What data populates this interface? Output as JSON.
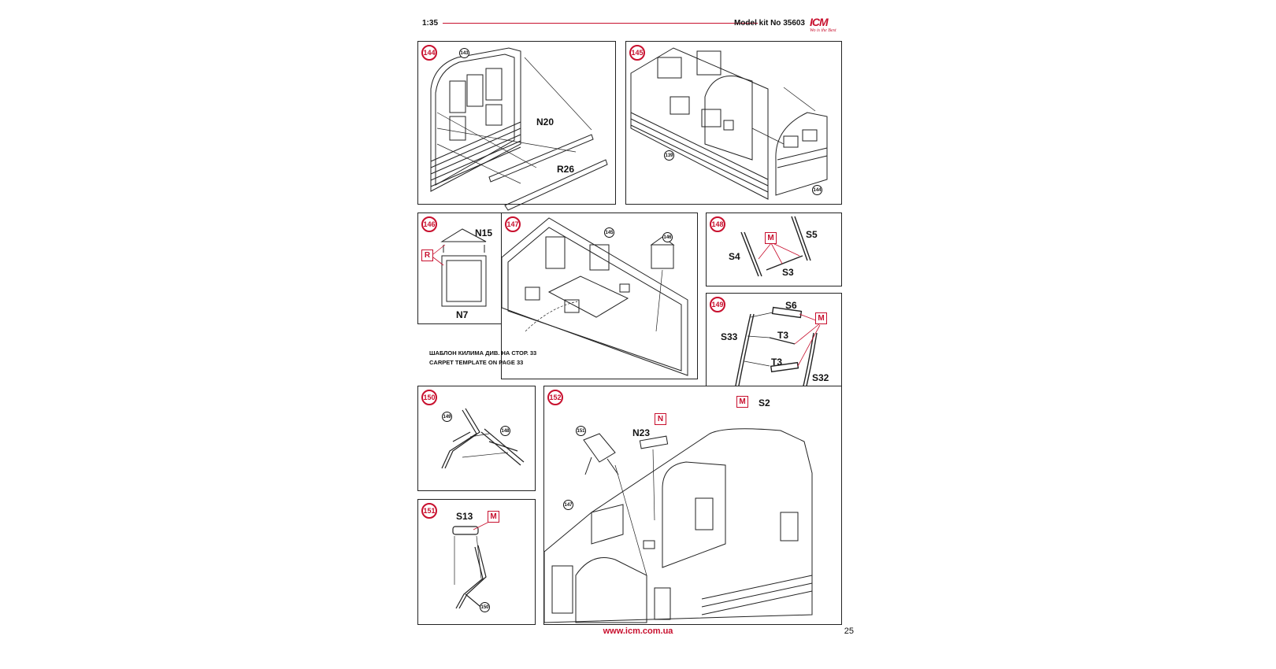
{
  "header": {
    "scale": "1:35",
    "kit": "Model kit No 35603",
    "logo_text": "ICM",
    "logo_slogan": "Wo is the Best"
  },
  "steps": {
    "s144": {
      "num": "144",
      "ref_prev": "143",
      "parts": [
        "N20",
        "R26"
      ]
    },
    "s145": {
      "num": "145",
      "ref_a": "139",
      "ref_b": "144"
    },
    "s146": {
      "num": "146",
      "parts": [
        "N15",
        "N7"
      ],
      "paint": "R"
    },
    "s147": {
      "num": "147",
      "ref_a": "145",
      "ref_b": "146",
      "note_ua": "ШАБЛОН КИЛИМА ДИВ. НА СТОР. 33",
      "note_en": "CARPET TEMPLATE ON PAGE 33"
    },
    "s148": {
      "num": "148",
      "parts": [
        "S5",
        "S4",
        "S3"
      ],
      "paint": "M"
    },
    "s149": {
      "num": "149",
      "parts": [
        "S6",
        "S33",
        "T3",
        "T3",
        "S32",
        "S2"
      ],
      "paint": "M"
    },
    "s150": {
      "num": "150",
      "ref_a": "149",
      "ref_b": "148"
    },
    "s151": {
      "num": "151",
      "parts": [
        "S13"
      ],
      "paint": "M",
      "ref": "150"
    },
    "s152": {
      "num": "152",
      "parts": [
        "N23"
      ],
      "paint": "N",
      "ref_a": "151",
      "ref_b": "147"
    }
  },
  "footer": {
    "url": "www.icm.com.ua",
    "page": "25"
  },
  "colors": {
    "accent": "#c8102e",
    "line": "#222222"
  }
}
